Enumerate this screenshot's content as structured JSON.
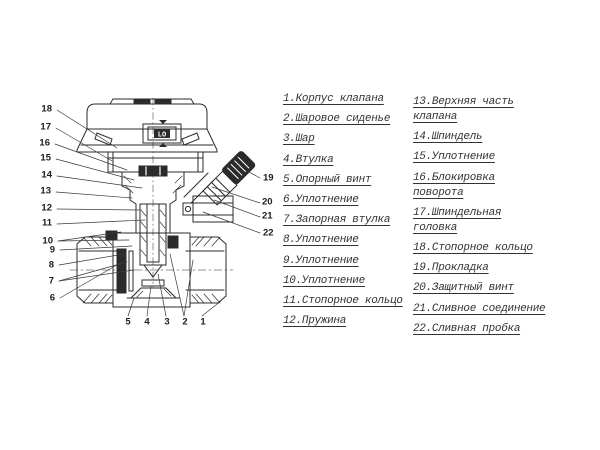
{
  "diagram": {
    "type": "valve-cross-section",
    "dial_value": "LO",
    "callouts": {
      "left": [
        "18",
        "17",
        "16",
        "15",
        "14",
        "13",
        "12",
        "11",
        "10",
        "9",
        "8",
        "7",
        "6"
      ],
      "bottom": [
        "5",
        "4",
        "3",
        "2",
        "1"
      ],
      "right": [
        "19",
        "20",
        "21",
        "22"
      ]
    }
  },
  "parts_left": [
    "1.Корпус клапана",
    "2.Шаровое сиденье",
    "3.Шар",
    "4.Втулка",
    "5.Опорный винт",
    "6.Уплотнение",
    "7.Запорная втулка",
    "8.Уплотнение",
    "9.Уплотнение",
    "10.Уплотнение",
    "11.Стопорное кольцо",
    "12.Пружина"
  ],
  "parts_right": [
    "13.Верхняя часть\nклапана",
    "14.Шпиндель",
    "15.Уплотнение",
    "16.Блокировка\nповорота",
    "17.Шпиндельная\nголовка",
    "18.Стопорное кольцо",
    "19.Прокладка",
    "20.Защитный винт",
    "21.Сливное соединение",
    "22.Сливная пробка"
  ],
  "colors": {
    "line": "#2b2b2b",
    "leader": "#3a3a3a",
    "text": "#333333",
    "background": "#ffffff"
  }
}
